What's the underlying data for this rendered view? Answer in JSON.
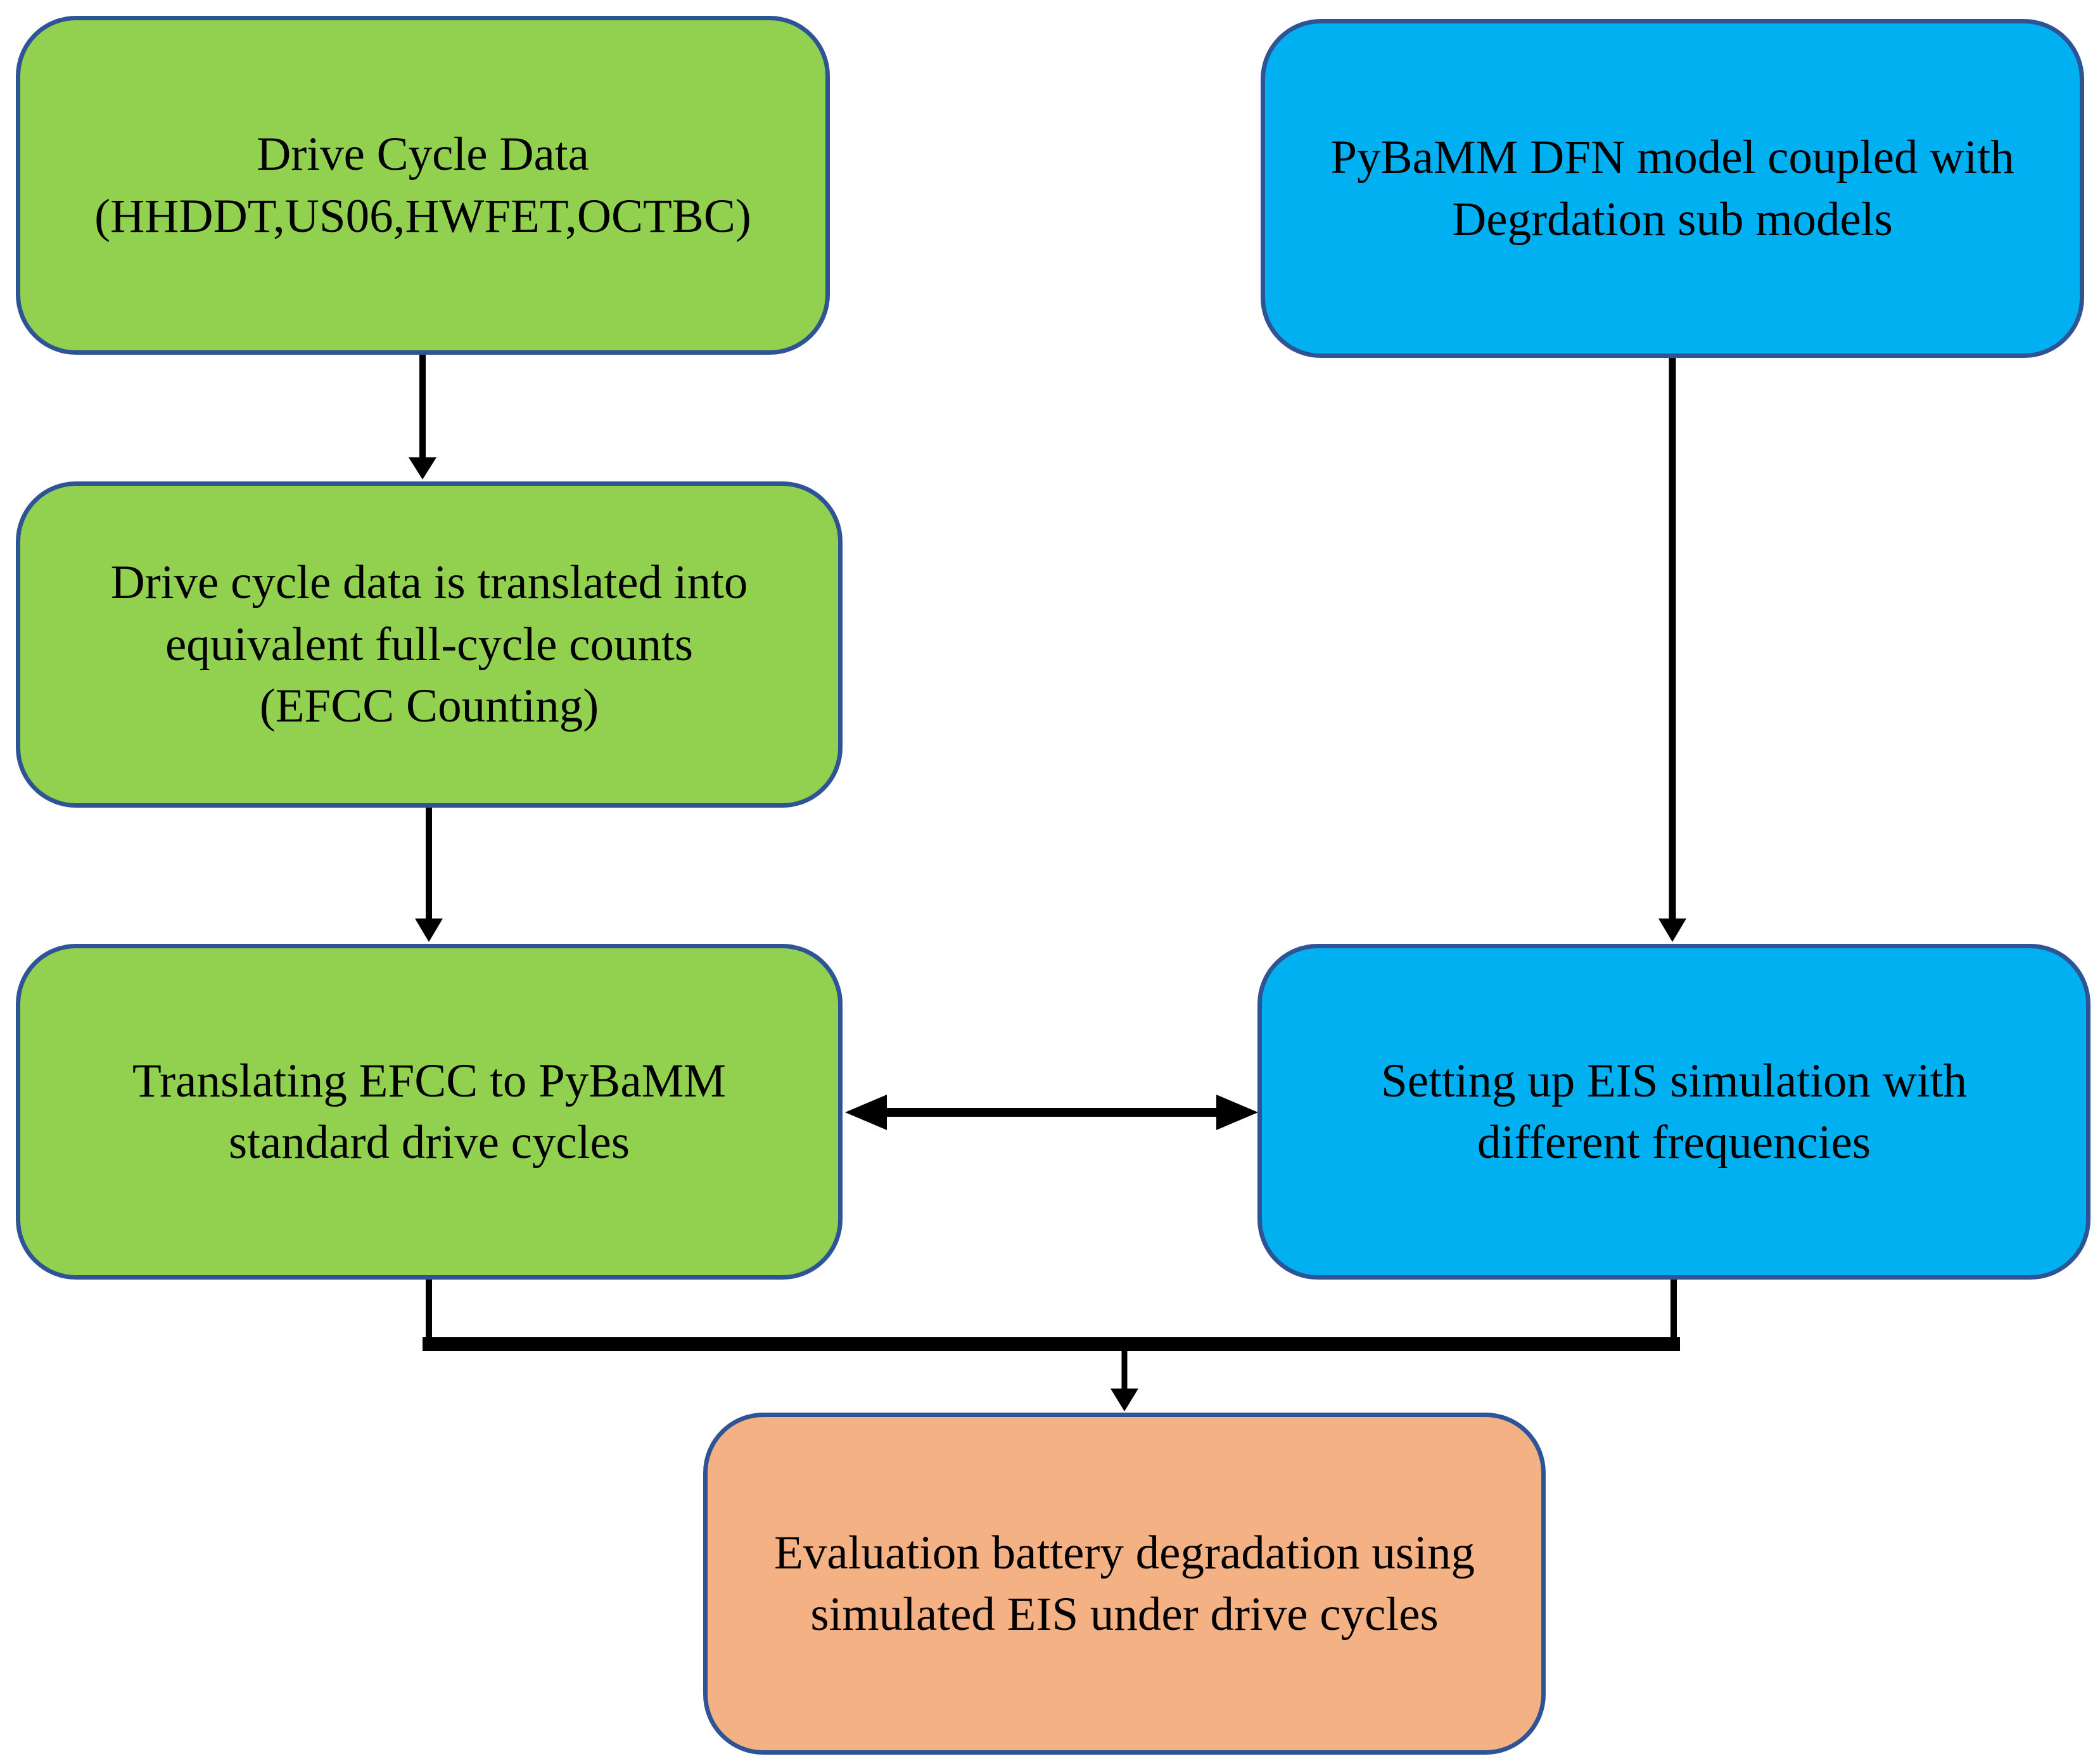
{
  "diagram": {
    "type": "flowchart",
    "colors": {
      "green": "#92D050",
      "blue": "#00B0F0",
      "orange": "#F4B183",
      "border": "#2F5496",
      "arrow": "#000000",
      "background": "#FFFFFF"
    },
    "boxes": {
      "drive_cycle_data": {
        "fill": "green",
        "lines": [
          "Drive Cycle Data",
          "(HHDDT,US06,HWFET,OCTBC)"
        ]
      },
      "pybamm_dfn": {
        "fill": "blue",
        "lines": [
          "PyBaMM DFN model coupled with",
          "Degrdation sub models"
        ]
      },
      "efcc_counting": {
        "fill": "green",
        "lines": [
          "Drive cycle data is translated into",
          "equivalent full-cycle counts",
          "(EFCC Counting)"
        ]
      },
      "translate_efcc": {
        "fill": "green",
        "lines": [
          "Translating EFCC to PyBaMM",
          "standard drive cycles"
        ]
      },
      "eis_setup": {
        "fill": "blue",
        "lines": [
          "Setting up EIS simulation with",
          "different frequencies"
        ]
      },
      "evaluation": {
        "fill": "orange",
        "lines": [
          "Evaluation battery degradation using",
          "simulated EIS under drive cycles"
        ]
      }
    },
    "edges": [
      {
        "from": "drive_cycle_data",
        "to": "efcc_counting",
        "style": "arrow-down"
      },
      {
        "from": "efcc_counting",
        "to": "translate_efcc",
        "style": "arrow-down"
      },
      {
        "from": "pybamm_dfn",
        "to": "eis_setup",
        "style": "arrow-down"
      },
      {
        "from": "translate_efcc",
        "to": "eis_setup",
        "style": "arrow-double-horizontal"
      },
      {
        "from": "translate_efcc + eis_setup",
        "to": "evaluation",
        "style": "merge-arrow-down"
      }
    ]
  }
}
